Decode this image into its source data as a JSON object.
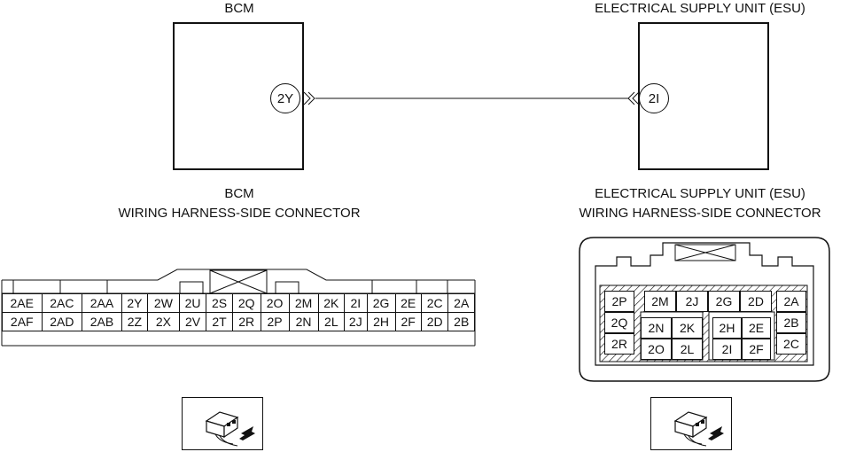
{
  "bcm": {
    "title": "BCM",
    "pin": "2Y",
    "connector_title_1": "BCM",
    "connector_title_2": "WIRING HARNESS-SIDE CONNECTOR",
    "connector_row1": [
      "2AE",
      "2AC",
      "2AA",
      "2Y",
      "2W",
      "2U",
      "2S",
      "2Q",
      "2O",
      "2M",
      "2K",
      "2I",
      "2G",
      "2E",
      "2C",
      "2A"
    ],
    "connector_row2": [
      "2AF",
      "2AD",
      "2AB",
      "2Z",
      "2X",
      "2V",
      "2T",
      "2R",
      "2P",
      "2N",
      "2L",
      "2J",
      "2H",
      "2F",
      "2D",
      "2B"
    ]
  },
  "esu": {
    "title": "ELECTRICAL SUPPLY UNIT (ESU)",
    "pin": "2I",
    "connector_title_1": "ELECTRICAL SUPPLY UNIT (ESU)",
    "connector_title_2": "WIRING HARNESS-SIDE CONNECTOR",
    "left_col": [
      "2P",
      "2Q",
      "2R"
    ],
    "top_mid": [
      "2M",
      "2J",
      "2G",
      "2D"
    ],
    "mid_left_row1": [
      "2N",
      "2K"
    ],
    "mid_left_row2": [
      "2O",
      "2L"
    ],
    "mid_right_row1": [
      "2H",
      "2E"
    ],
    "mid_right_row2": [
      "2I",
      "2F"
    ],
    "right_col": [
      "2A",
      "2B",
      "2C"
    ]
  },
  "icons": {
    "bcm_view": "connector-view-arrow-icon",
    "esu_view": "connector-view-arrow-icon"
  }
}
